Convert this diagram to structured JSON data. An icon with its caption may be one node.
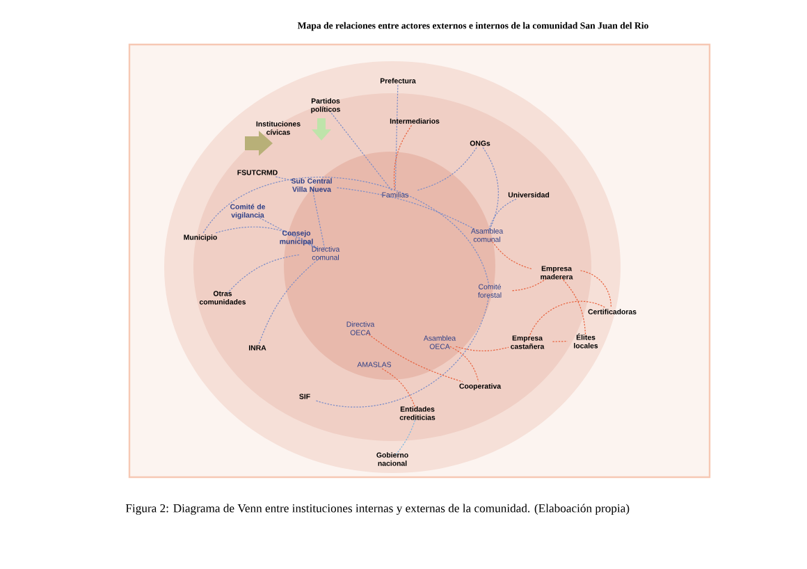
{
  "diagram": {
    "title": "Mapa de relaciones entre actores externos e internos de la comunidad San Juan del Rio",
    "caption": "Figura 2: Diagrama de Venn entre instituciones internas y externas de la comunidad. (Elaboación propia)",
    "nodes": [
      {
        "text": [
          "Prefectura"
        ]
      },
      {
        "text": [
          "Partidos políticos"
        ]
      },
      {
        "text": [
          "Instituciones cívicas"
        ]
      },
      {
        "text": [
          "Intermediarios"
        ]
      },
      {
        "text": [
          "FSUTCRMD"
        ]
      },
      {
        "text": [
          "Sub Central Villa Nueva"
        ]
      },
      {
        "text": [
          "Familias"
        ]
      },
      {
        "text": [
          "ONGs"
        ]
      },
      {
        "text": [
          "Universidad"
        ]
      },
      {
        "text": [
          "Comité de vigilancia"
        ]
      },
      {
        "text": [
          "Consejo municipal"
        ]
      },
      {
        "text": [
          "Municipio"
        ]
      },
      {
        "text": [
          "Directiva comunal"
        ]
      },
      {
        "text": [
          "Asamblea comunal"
        ]
      },
      {
        "text": [
          "Otras comunidades"
        ]
      },
      {
        "text": [
          "Comité forestal"
        ]
      },
      {
        "text": [
          "Empresa maderera"
        ]
      },
      {
        "text": [
          "Certificadoras"
        ]
      },
      {
        "text": [
          "Directiva OECA"
        ]
      },
      {
        "text": [
          "Asamblea OECA"
        ]
      },
      {
        "text": [
          "Empresa castañera"
        ]
      },
      {
        "text": [
          "Élites locales"
        ]
      },
      {
        "text": [
          "INRA"
        ]
      },
      {
        "text": [
          "AMASLAS"
        ]
      },
      {
        "text": [
          "Cooperativa"
        ]
      },
      {
        "text": [
          "SIF"
        ]
      },
      {
        "text": [
          "Entidades crediticias"
        ]
      },
      {
        "text": [
          "Gobierno nacional"
        ]
      }
    ],
    "edges": [
      {
        "from": 0,
        "to": 6,
        "arrow": "none",
        "style": "dashed"
      },
      {
        "from": 1,
        "to": 6,
        "arrow": "none",
        "style": "dashed"
      },
      {
        "from": 3,
        "to": 6,
        "arrow": "none",
        "style": "dashed",
        "color": "#e8603c"
      },
      {
        "from": 7,
        "to": 6,
        "arrow": "none",
        "style": "dashed"
      },
      {
        "from": 7,
        "to": 13,
        "arrow": "none",
        "style": "dashed"
      },
      {
        "from": 4,
        "to": 5,
        "arrow": "none",
        "style": "dashed"
      },
      {
        "from": 5,
        "to": 13,
        "arrow": "none",
        "style": "dashed"
      },
      {
        "from": 5,
        "to": 12,
        "arrow": "none",
        "style": "dashed"
      },
      {
        "from": 9,
        "to": 12,
        "arrow": "none",
        "style": "dashed"
      },
      {
        "from": 10,
        "to": 12,
        "arrow": "none",
        "style": "dashed"
      },
      {
        "from": 11,
        "to": 12,
        "arrow": "none",
        "style": "dashed"
      },
      {
        "from": 11,
        "to": 15,
        "arrow": "none",
        "style": "dashed"
      },
      {
        "from": 14,
        "to": 12,
        "arrow": "none",
        "style": "dashed"
      },
      {
        "from": 22,
        "to": 12,
        "arrow": "none",
        "style": "dashed"
      },
      {
        "from": 25,
        "to": 15,
        "arrow": "none",
        "style": "dashed"
      },
      {
        "from": 8,
        "to": 13,
        "arrow": "none",
        "style": "dashed"
      },
      {
        "from": 13,
        "to": 16,
        "arrow": "none",
        "style": "dashed",
        "color": "#e8603c"
      },
      {
        "from": 15,
        "to": 16,
        "arrow": "none",
        "style": "dashed",
        "color": "#e8603c"
      },
      {
        "from": 16,
        "to": 21,
        "arrow": "none",
        "style": "dashed",
        "color": "#e8603c"
      },
      {
        "from": 16,
        "to": 17,
        "arrow": "none",
        "style": "dashed",
        "color": "#e8603c"
      },
      {
        "from": 17,
        "to": 20,
        "arrow": "none",
        "style": "dashed",
        "color": "#e8603c"
      },
      {
        "from": 20,
        "to": 21,
        "arrow": "none",
        "style": "dashed",
        "color": "#e8603c"
      },
      {
        "from": 19,
        "to": 20,
        "arrow": "none",
        "style": "dashed",
        "color": "#e8603c"
      },
      {
        "from": 19,
        "to": 24,
        "arrow": "none",
        "style": "dashed",
        "color": "#e8603c"
      },
      {
        "from": 18,
        "to": 24,
        "arrow": "none",
        "style": "dashed",
        "color": "#e8603c"
      },
      {
        "from": 23,
        "to": 26,
        "arrow": "none",
        "style": "dashed",
        "color": "#e8603c"
      },
      {
        "from": 26,
        "to": 27,
        "arrow": "none",
        "style": "dashed",
        "color": "#7fb8e0"
      }
    ]
  }
}
